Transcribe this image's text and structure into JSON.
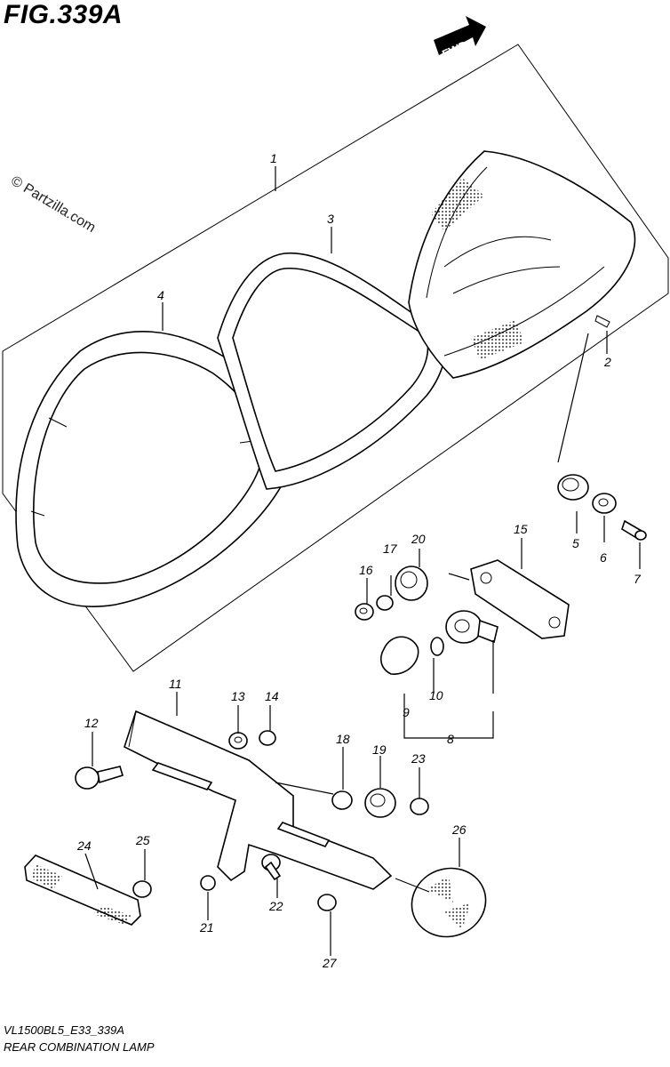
{
  "figure": {
    "title": "FIG.339A",
    "code": "VL1500BL5_E33_339A",
    "name": "REAR COMBINATION LAMP",
    "watermark": "© Partzilla.com",
    "fwd_label": "FWD"
  },
  "callouts": [
    {
      "id": "callout-1",
      "label": "1"
    },
    {
      "id": "callout-2",
      "label": "2"
    },
    {
      "id": "callout-3",
      "label": "3"
    },
    {
      "id": "callout-4",
      "label": "4"
    },
    {
      "id": "callout-5",
      "label": "5"
    },
    {
      "id": "callout-6",
      "label": "6"
    },
    {
      "id": "callout-7",
      "label": "7"
    },
    {
      "id": "callout-8",
      "label": "8"
    },
    {
      "id": "callout-9",
      "label": "9"
    },
    {
      "id": "callout-10",
      "label": "10"
    },
    {
      "id": "callout-11",
      "label": "11"
    },
    {
      "id": "callout-12",
      "label": "12"
    },
    {
      "id": "callout-13",
      "label": "13"
    },
    {
      "id": "callout-14",
      "label": "14"
    },
    {
      "id": "callout-15",
      "label": "15"
    },
    {
      "id": "callout-16",
      "label": "16"
    },
    {
      "id": "callout-17",
      "label": "17"
    },
    {
      "id": "callout-18",
      "label": "18"
    },
    {
      "id": "callout-19",
      "label": "19"
    },
    {
      "id": "callout-20",
      "label": "20"
    },
    {
      "id": "callout-21",
      "label": "21"
    },
    {
      "id": "callout-22",
      "label": "22"
    },
    {
      "id": "callout-23",
      "label": "23"
    },
    {
      "id": "callout-24",
      "label": "24"
    },
    {
      "id": "callout-25",
      "label": "25"
    },
    {
      "id": "callout-26",
      "label": "26"
    },
    {
      "id": "callout-27",
      "label": "27"
    }
  ]
}
